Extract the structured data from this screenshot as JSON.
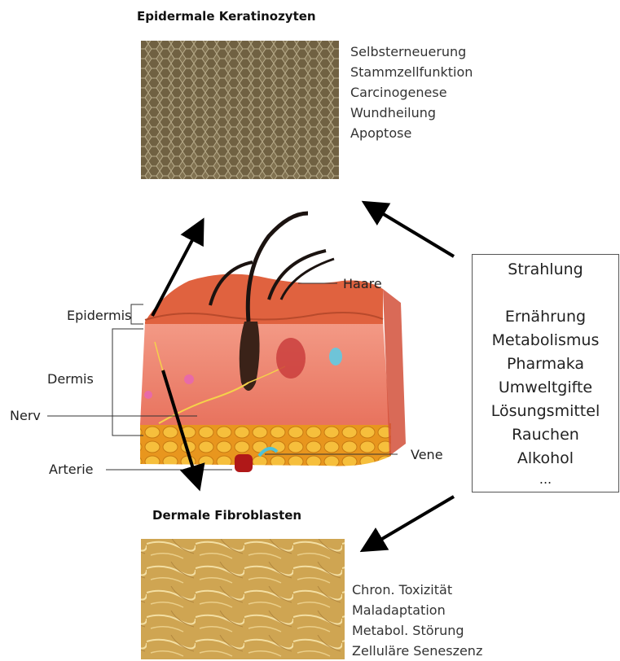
{
  "keratinocytes": {
    "title": "Epidermale Keratinozyten",
    "functions": [
      "Selbsterneuerung",
      "Stammzellfunktion",
      "Carcinogenese",
      "Wundheilung",
      "Apoptose"
    ]
  },
  "fibroblasts": {
    "title": "Dermale Fibroblasten",
    "functions": [
      "Chron. Toxizität",
      "Maladaptation",
      "Metabol. Störung",
      "Zelluläre Seneszenz"
    ]
  },
  "skin_labels": {
    "haare": "Haare",
    "epidermis": "Epidermis",
    "dermis": "Dermis",
    "nerv": "Nerv",
    "arterie": "Arterie",
    "vene": "Vene"
  },
  "factors": [
    "Strahlung",
    "",
    "Ernährung",
    "Metabolismus",
    "Pharmaka",
    "Umweltgifte",
    "Lösungsmittel",
    "Rauchen",
    "Alkohol",
    "..."
  ],
  "colors": {
    "keratinocyte_image": "#8a7a55",
    "fibroblast_image": "#c89a3c",
    "skin_surface": "#e46a4a",
    "dermis": "#f08a78",
    "fat": "#f0a830",
    "arrow": "#000000"
  }
}
